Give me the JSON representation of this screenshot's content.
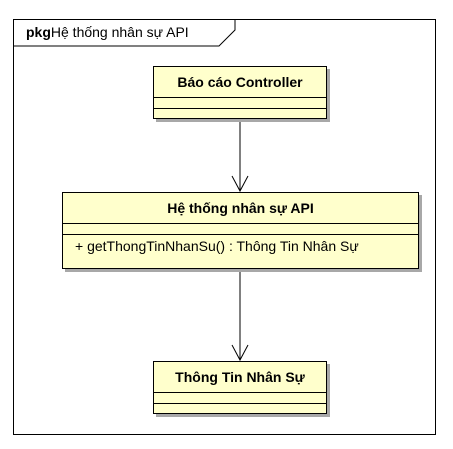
{
  "package": {
    "keyword": "pkg",
    "name": "Hệ thống nhân sự API"
  },
  "classes": [
    {
      "name": "Báo cáo Controller",
      "attributes": [],
      "operations": []
    },
    {
      "name": "Hệ thống nhân sự API",
      "attributes": [],
      "operations": [
        "+ getThongTinNhanSu() : Thông Tin Nhân Sự"
      ]
    },
    {
      "name": "Thông Tin Nhân Sự",
      "attributes": [],
      "operations": []
    }
  ],
  "dependencies": [
    {
      "from": "Báo cáo Controller",
      "to": "Hệ thống nhân sự API"
    },
    {
      "from": "Hệ thống nhân sự API",
      "to": "Thông Tin Nhân Sự"
    }
  ],
  "colors": {
    "class_fill": "#ffffcc",
    "shadow": "#a8a8a8",
    "stroke": "#000000"
  }
}
